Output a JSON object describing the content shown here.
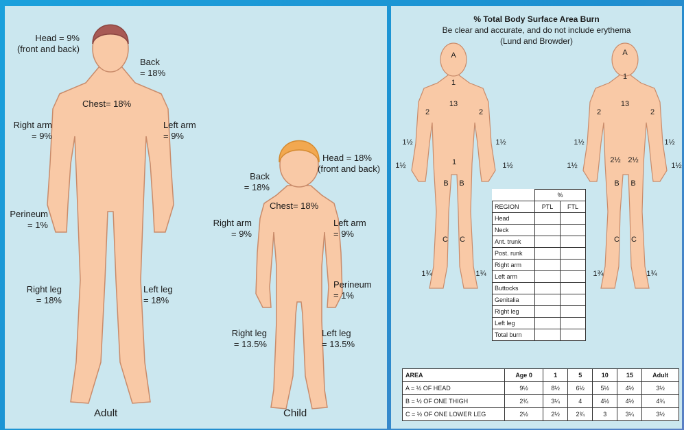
{
  "left": {
    "adult": {
      "head": "Head = 9%",
      "head_sub": "(front and back)",
      "back": "Back",
      "back_val": "= 18%",
      "chest": "Chest= 18%",
      "right_arm": "Right arm",
      "right_arm_val": "= 9%",
      "left_arm": "Left arm",
      "left_arm_val": "= 9%",
      "perineum": "Perineum",
      "perineum_val": "= 1%",
      "right_leg": "Right leg",
      "right_leg_val": "= 18%",
      "left_leg": "Left leg",
      "left_leg_val": "= 18%",
      "caption": "Adult"
    },
    "child": {
      "head": "Head = 18%",
      "head_sub": "(front and back)",
      "back": "Back",
      "back_val": "= 18%",
      "chest": "Chest= 18%",
      "right_arm": "Right arm",
      "right_arm_val": "= 9%",
      "left_arm": "Left arm",
      "left_arm_val": "= 9%",
      "perineum": "Perineum",
      "perineum_val": "= 1%",
      "right_leg": "Right leg",
      "right_leg_val": "= 13.5%",
      "left_leg": "Left leg",
      "left_leg_val": "= 13.5%",
      "caption": "Child"
    }
  },
  "right": {
    "title": "% Total Body Surface Area Burn",
    "subtitle": "Be clear and accurate, and do not include erythema",
    "subtitle2": "(Lund and Browder)",
    "front_marks": {
      "head": "A",
      "neck": "1",
      "trunk": "13",
      "arm_l": "2",
      "arm_r": "2",
      "forearm_l": "1½",
      "forearm_r": "1½",
      "hand_l": "1½",
      "hand_r": "1½",
      "genital": "1",
      "thigh_l": "B",
      "thigh_r": "B",
      "leg_l": "C",
      "leg_r": "C",
      "foot_l": "1¾",
      "foot_r": "1¾"
    },
    "back_marks": {
      "head": "A",
      "neck": "1",
      "trunk": "13",
      "arm_l": "2",
      "arm_r": "2",
      "forearm_l": "1½",
      "forearm_r": "1½",
      "hand_l": "1½",
      "hand_r": "1½",
      "butt_l": "2½",
      "butt_r": "2½",
      "thigh_l": "B",
      "thigh_r": "B",
      "leg_l": "C",
      "leg_r": "C",
      "foot_l": "1¾",
      "foot_r": "1¾"
    },
    "region_table": {
      "pct_header": "%",
      "col_region": "REGION",
      "col_ptl": "PTL",
      "col_ftl": "FTL",
      "rows": [
        "Head",
        "Neck",
        "Ant. trunk",
        "Post. runk",
        "Right arm",
        "Left arm",
        "Buttocks",
        "Genitalia",
        "Right leg",
        "Left leg",
        "Total burn"
      ]
    },
    "age_table": {
      "headers": [
        "AREA",
        "Age 0",
        "1",
        "5",
        "10",
        "15",
        "Adult"
      ],
      "rows": [
        [
          "A = ½ OF HEAD",
          "9½",
          "8½",
          "6½",
          "5½",
          "4½",
          "3½"
        ],
        [
          "B = ½ OF ONE THIGH",
          "2¾",
          "3¼",
          "4",
          "4½",
          "4½",
          "4¾"
        ],
        [
          "C = ½ OF ONE LOWER LEG",
          "2½",
          "2½",
          "2¾",
          "3",
          "3¼",
          "3½"
        ]
      ]
    }
  },
  "colors": {
    "skin": "#f9c9a6",
    "skin_line": "#c98b6a",
    "hair_adult": "#a85a55",
    "hair_child": "#f2a850",
    "panel": "#cbe7ef"
  }
}
